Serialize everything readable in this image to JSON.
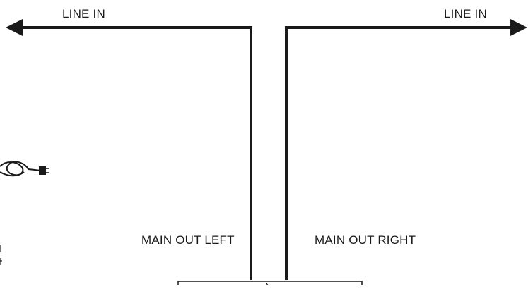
{
  "labels": {
    "line_in_left": "LINE IN",
    "line_in_right": "LINE IN",
    "main_out_left": "MAIN OUT LEFT",
    "main_out_right": "MAIN OUT RIGHT"
  },
  "colors": {
    "line": "#1a1a1a",
    "background": "#ffffff"
  },
  "icons": {
    "power_cord": "power-cord-icon"
  }
}
